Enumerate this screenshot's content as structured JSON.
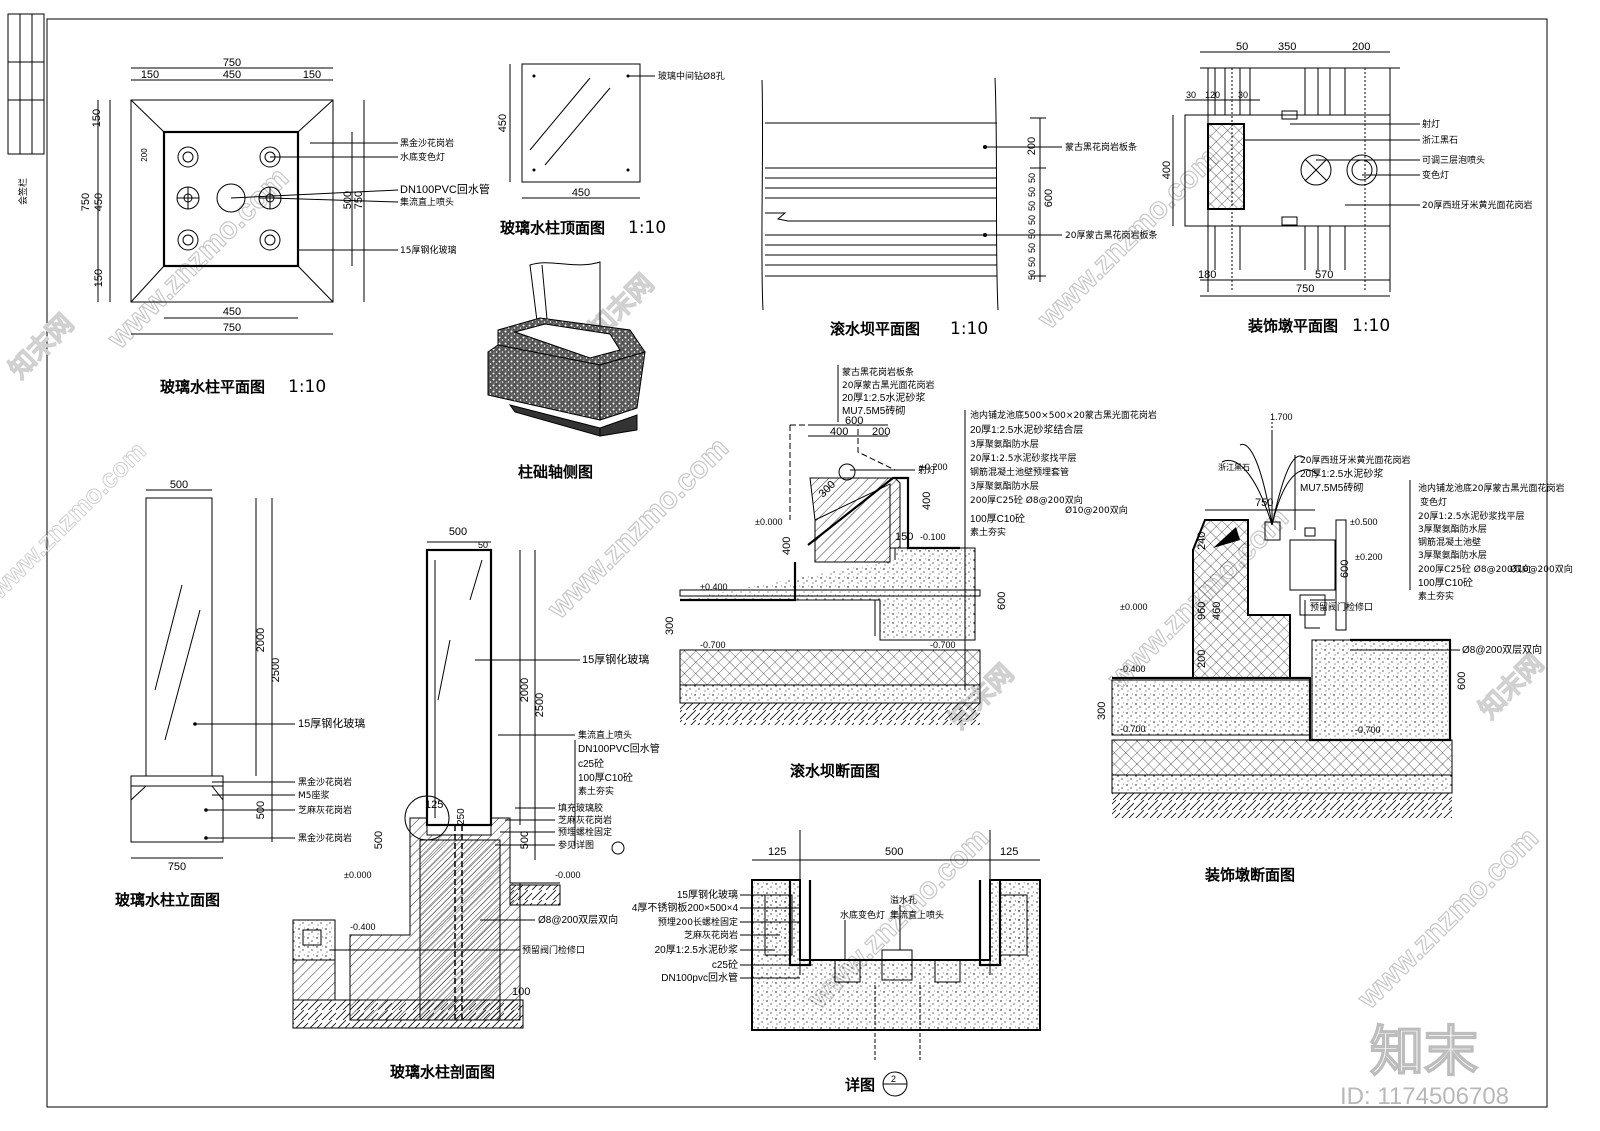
{
  "sheet": {
    "side_label": "会签栏",
    "watermark_brand": "知末",
    "watermark_site": "www.znzmo.com",
    "watermark_cn": "知末网",
    "id_label": "ID: 1174506708"
  },
  "views": {
    "glass_plan": {
      "title": "玻璃水柱平面图",
      "scale": "1:10",
      "dims_top": [
        "750",
        "150",
        "450",
        "150"
      ],
      "dims_left": [
        "150",
        "750",
        "450",
        "150"
      ],
      "dims_bottom": [
        "450",
        "750"
      ],
      "dims_right": [
        "500",
        "750"
      ],
      "dim_small": "200",
      "notes": [
        "黑金沙花岗岩",
        "水底变色灯",
        "DN100PVC回水管",
        "集流直上喷头",
        "15厚钢化玻璃"
      ]
    },
    "glass_top": {
      "title": "玻璃水柱顶面图",
      "scale": "1:10",
      "dim_left": "450",
      "dim_bottom": "450",
      "note": "玻璃中间钻Ø8孔"
    },
    "base_axon": {
      "title": "柱础轴侧图"
    },
    "weir_plan": {
      "title": "滚水坝平面图",
      "scale": "1:10",
      "dims_right": [
        "200",
        "600",
        "50",
        "50",
        "50",
        "50",
        "50",
        "50",
        "50",
        "50"
      ],
      "notes": [
        "蒙古黑花岗岩板条",
        "20厚蒙古黑花岗岩板条"
      ]
    },
    "deco_plan": {
      "title": "装饰墩平面图",
      "scale": "1:10",
      "dims_top": [
        "50",
        "350",
        "200"
      ],
      "dims_small": [
        "30",
        "120",
        "30"
      ],
      "dim_left": "400",
      "dims_bottom": [
        "180",
        "570",
        "750"
      ],
      "notes": [
        "射灯",
        "浙江黑石",
        "可调三层泡喷头",
        "变色灯",
        "20厚西班牙米黄光面花岗岩"
      ]
    },
    "glass_elev": {
      "title": "玻璃水柱立面图",
      "dims": [
        "500",
        "2000",
        "2500",
        "500",
        "750"
      ],
      "notes": [
        "15厚钢化玻璃",
        "黑金沙花岗岩",
        "M5座浆",
        "芝麻灰花岗岩",
        "黑金沙花岗岩"
      ]
    },
    "glass_section": {
      "title": "玻璃水柱剖面图",
      "dims": [
        "500",
        "50",
        "2000",
        "2500",
        "500",
        "125",
        "250",
        "500",
        "100"
      ],
      "levels": [
        "±0.000",
        "-0.400",
        "-0.000"
      ],
      "notes": [
        "15厚钢化玻璃",
        "集流直上喷头",
        "DN100PVC回水管",
        "c25砼",
        "100厚C10砼",
        "素土夯实",
        "填充玻璃胶",
        "芝麻灰花岗岩",
        "预埋螺栓固定",
        "参见详图",
        "Ø8@200双层双向",
        "预留阀门检修口"
      ]
    },
    "weir_section": {
      "title": "滚水坝断面图",
      "dims": [
        "600",
        "400",
        "200",
        "150",
        "400",
        "400",
        "300",
        "600"
      ],
      "levels": [
        "±0.200",
        "±0.000",
        "±0.400",
        "-0.700",
        "-0.700",
        "-0.100"
      ],
      "notes": [
        "蒙古黑花岗岩板条",
        "20厚蒙古黑光面花岗岩",
        "20厚1:2.5水泥砂浆",
        "MU7.5M5砖砌",
        "池内铺龙池底500×500×20蒙古黑光面花岗岩",
        "20厚1:2.5水泥砂浆结合层",
        "3厚聚氨酯防水层",
        "20厚1:2.5水泥砂浆找平层",
        "钢筋混凝土池壁预埋套管",
        "3厚聚氨酯防水层",
        "200厚C25砼 Ø8@200双向",
        "Ø10@200双向",
        "100厚C10砼",
        "素土夯实",
        "射灯"
      ]
    },
    "deco_section": {
      "title": "装饰墩断面图",
      "dims": [
        "1.700",
        "750",
        "240",
        "960",
        "460",
        "600",
        "200",
        "300",
        "600"
      ],
      "levels": [
        "±0.500",
        "±0.200",
        "±0.000",
        "-0.400",
        "-0.700",
        "-0.700"
      ],
      "notes": [
        "20厚西班牙米黄光面花岗岩",
        "20厚1:2.5水泥砂浆",
        "MU7.5M5砖砌",
        "变色灯",
        "池内铺龙池底20厚蒙古黑光面花岗岩",
        "20厚1:2.5水泥砂浆找平层",
        "3厚聚氨酯防水层",
        "钢筋混凝土池壁",
        "3厚聚氨酯防水层",
        "200厚C25砼 Ø8@200双向",
        "Ø10@200双向",
        "100厚C10砼",
        "素土夯实",
        "预留阀门检修口",
        "Ø8@200双层双向",
        "浙江黑石"
      ]
    },
    "detail": {
      "title": "详图",
      "badge": "2",
      "dims": [
        "125",
        "500",
        "125"
      ],
      "notes": [
        "15厚钢化玻璃",
        "4厚不锈钢板200×500×4",
        "预埋200长螺栓固定",
        "芝麻灰花岗岩",
        "20厚1:2.5水泥砂浆",
        "c25砼",
        "DN100pvc回水管",
        "水底变色灯",
        "溢水孔",
        "集流直上喷头"
      ]
    }
  }
}
